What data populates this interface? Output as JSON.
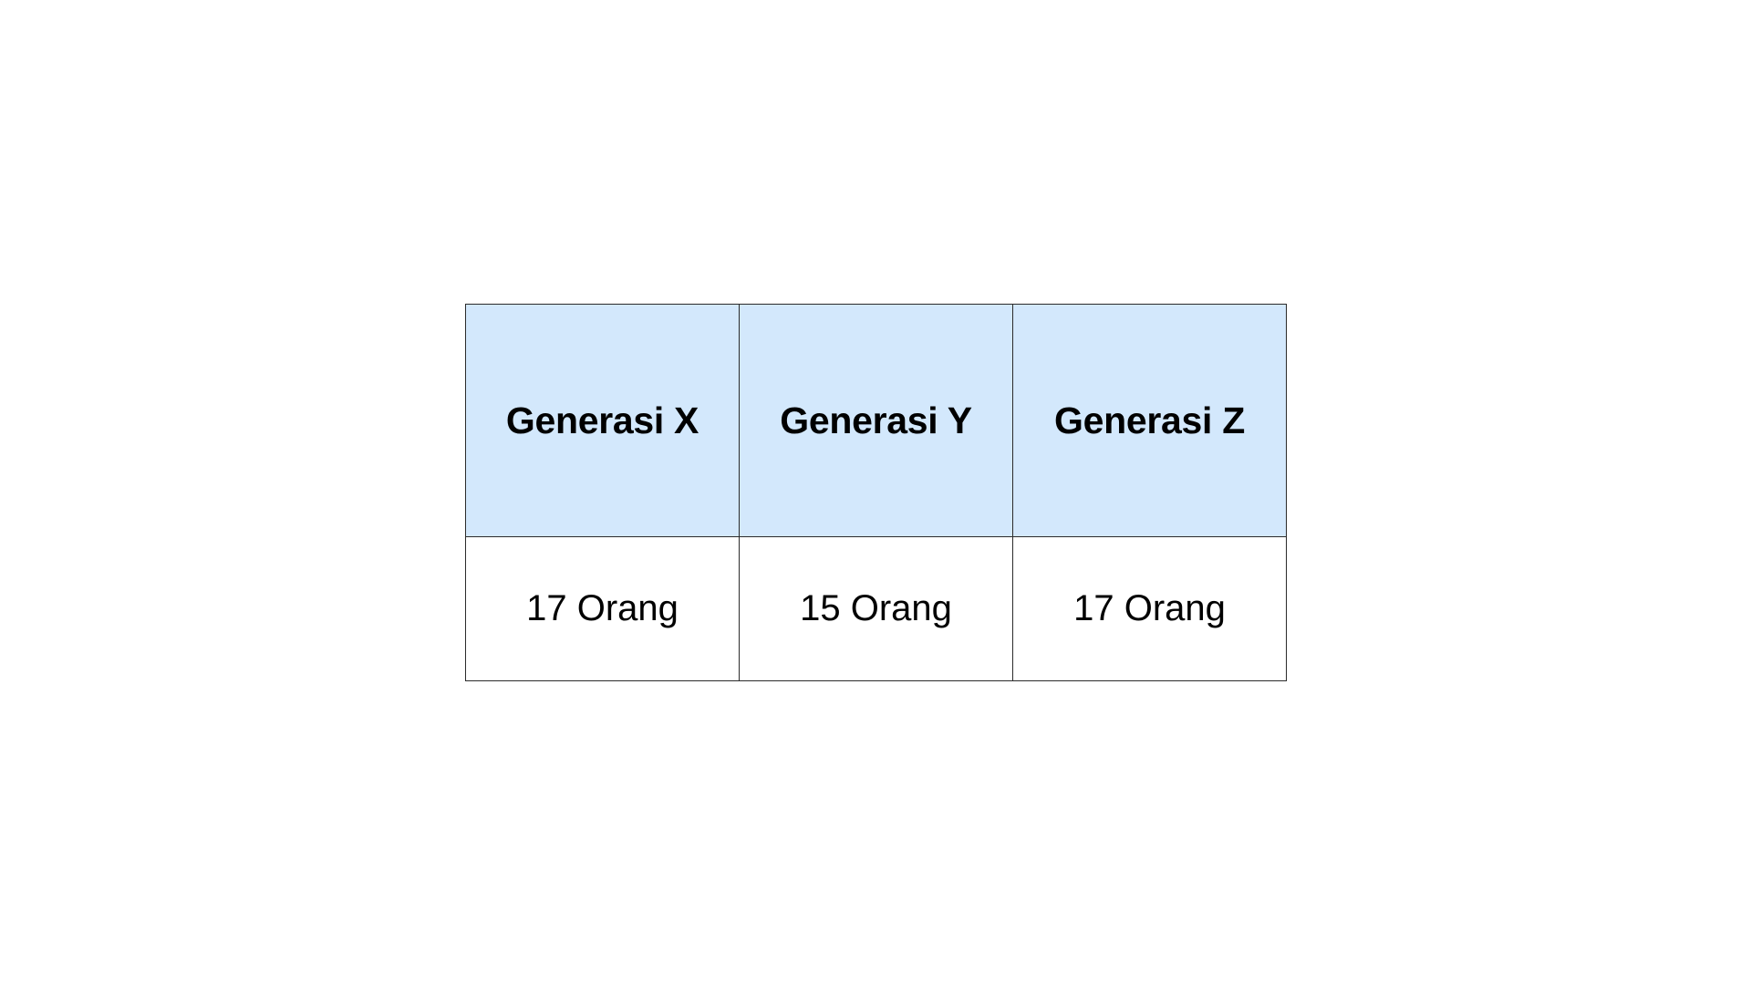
{
  "table": {
    "headers": [
      "Generasi X",
      "Generasi Y",
      "Generasi Z"
    ],
    "rows": [
      [
        "17 Orang",
        "15 Orang",
        "17 Orang"
      ]
    ]
  },
  "colors": {
    "header_background": "#d3e8fc",
    "border": "#2b2b2b",
    "text": "#000000"
  }
}
